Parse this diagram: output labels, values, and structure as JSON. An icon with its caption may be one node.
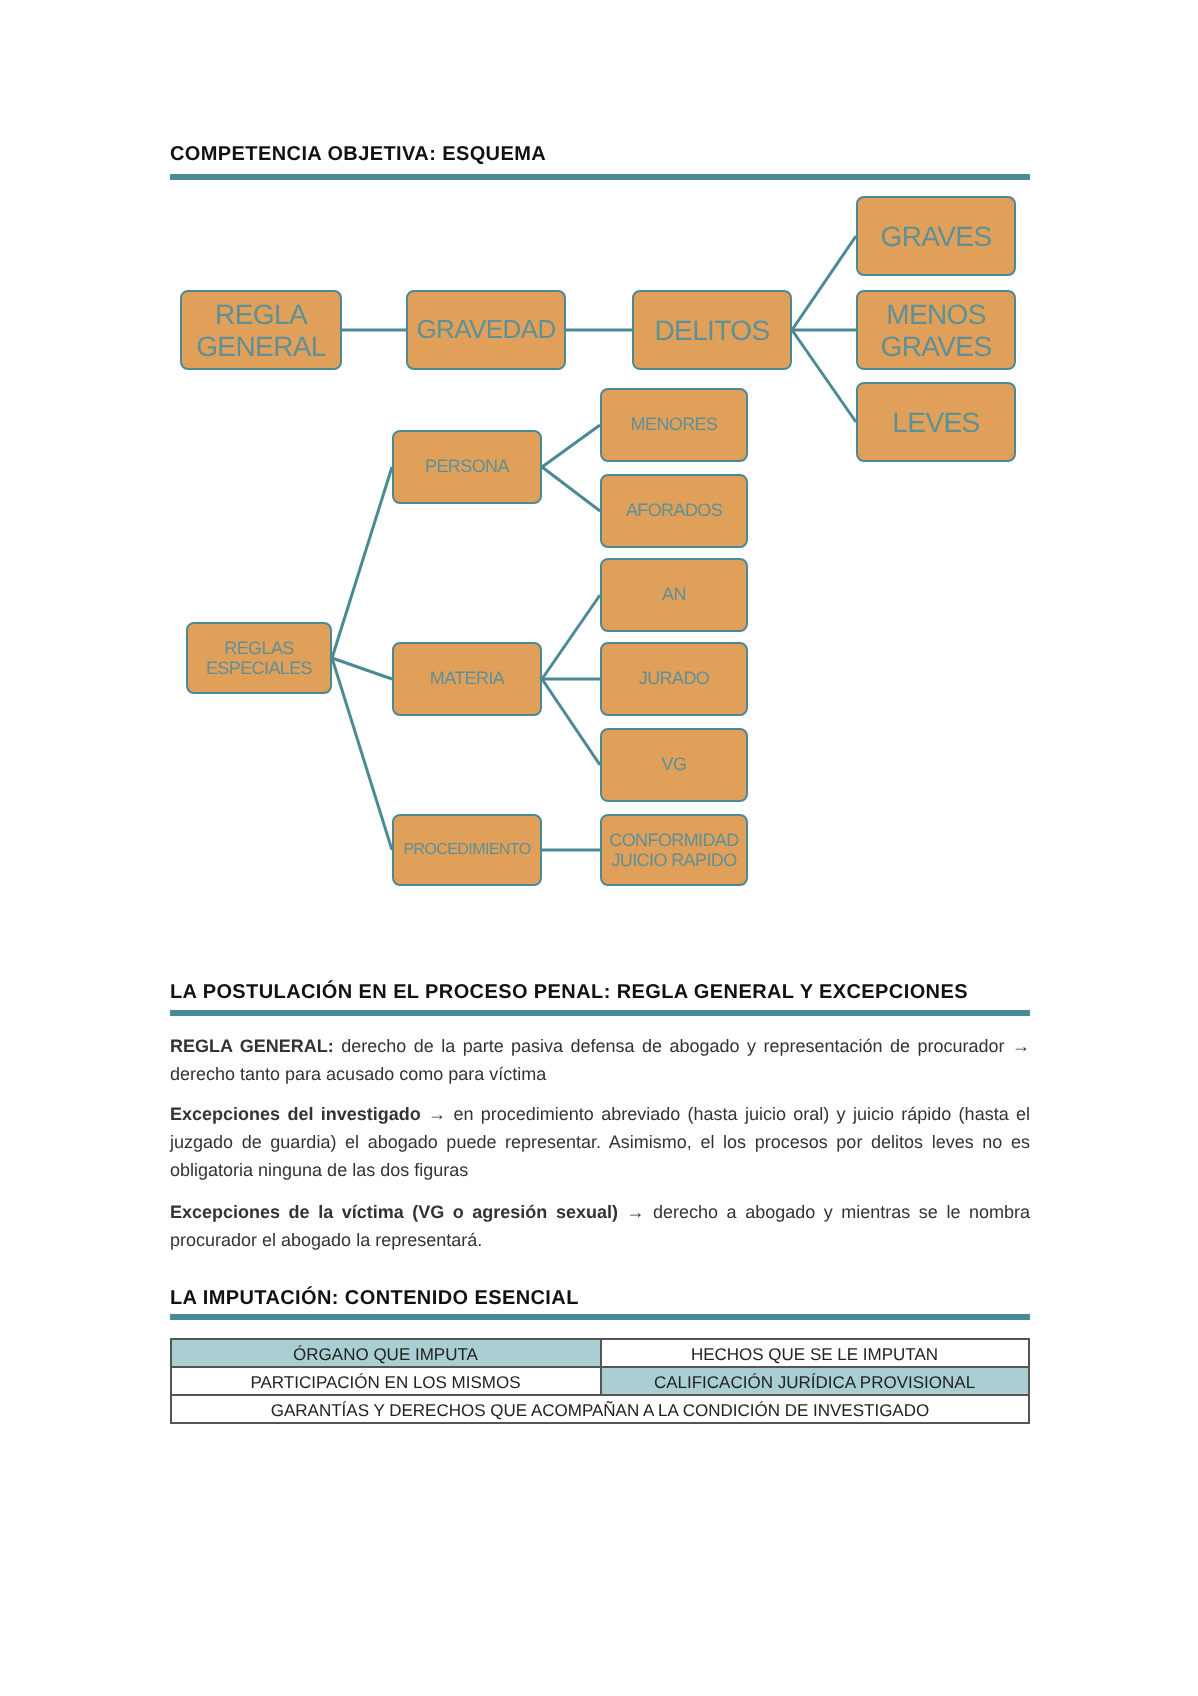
{
  "diagram": {
    "title": "COMPETENCIA OBJETIVA: ESQUEMA",
    "nodes": [
      {
        "text": [
          "REGLA GENERAL"
        ]
      },
      {
        "text": [
          "GRAVEDAD"
        ]
      },
      {
        "text": [
          "DELITOS"
        ]
      },
      {
        "text": [
          "GRAVES"
        ]
      },
      {
        "text": [
          "MENOS GRAVES"
        ]
      },
      {
        "text": [
          "LEVES"
        ]
      },
      {
        "text": [
          "REGLAS ESPECIALES"
        ]
      },
      {
        "text": [
          "PERSONA"
        ]
      },
      {
        "text": [
          "MENORES"
        ]
      },
      {
        "text": [
          "AFORADOS"
        ]
      },
      {
        "text": [
          "MATERIA"
        ]
      },
      {
        "text": [
          "AN"
        ]
      },
      {
        "text": [
          "JURADO"
        ]
      },
      {
        "text": [
          "VG"
        ]
      },
      {
        "text": [
          "PROCEDIMIENTO"
        ]
      },
      {
        "text": [
          "CONFORMIDAD JUICIO RAPIDO"
        ]
      }
    ],
    "edges": [
      {
        "from": 0,
        "to": 1,
        "arrow": "none"
      },
      {
        "from": 1,
        "to": 2,
        "arrow": "none"
      },
      {
        "from": 2,
        "to": 3,
        "arrow": "none"
      },
      {
        "from": 2,
        "to": 4,
        "arrow": "none"
      },
      {
        "from": 2,
        "to": 5,
        "arrow": "none"
      },
      {
        "from": 6,
        "to": 7,
        "arrow": "none"
      },
      {
        "from": 6,
        "to": 10,
        "arrow": "none"
      },
      {
        "from": 6,
        "to": 14,
        "arrow": "none"
      },
      {
        "from": 7,
        "to": 8,
        "arrow": "none"
      },
      {
        "from": 7,
        "to": 9,
        "arrow": "none"
      },
      {
        "from": 10,
        "to": 11,
        "arrow": "none"
      },
      {
        "from": 10,
        "to": 12,
        "arrow": "none"
      },
      {
        "from": 10,
        "to": 13,
        "arrow": "none"
      },
      {
        "from": 14,
        "to": 15,
        "arrow": "none"
      }
    ],
    "labels": [
      "LA POSTULACIÓN EN EL PROCESO PENAL: REGLA GENERAL Y EXCEPCIONES",
      "**REGLA GENERAL:** derecho de la parte pasiva defensa de abogado y representación de procurador → derecho tanto para acusado como para víctima",
      "**Excepciones del investigado** → en procedimiento abreviado (hasta juicio oral) y juicio rápido (hasta el juzgado de guardia) el abogado puede representar. Asimismo, el los procesos por delitos leves no es obligatoria ninguna de las dos figuras",
      "**Excepciones de la víctima (VG o agresión sexual)** → derecho a abogado y mientras se le nombra procurador el abogado la representará.",
      "LA IMPUTACIÓN: CONTENIDO ESENCIAL",
      "ÓRGANO QUE IMPUTA",
      "HECHOS QUE SE LE IMPUTAN",
      "PARTICIPACIÓN EN LOS MISMOS",
      "CALIFICACIÓN JURÍDICA PROVISIONAL",
      "GARANTÍAS Y DERECHOS QUE ACOMPAÑAN A LA CONDICIÓN DE INVESTIGADO"
    ]
  }
}
